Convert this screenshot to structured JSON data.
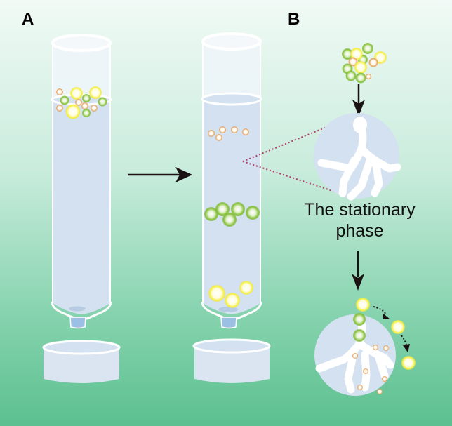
{
  "panels": {
    "a_label": "A",
    "b_label": "B"
  },
  "annotation": {
    "line1": "The stationary",
    "line2": "phase"
  },
  "colors": {
    "background_top": "#f1faf6",
    "background_bottom": "#5cc08f",
    "liquid": "#d3e1f0",
    "glass": "#eef5fa",
    "particle_yellow": "#f5ef3a",
    "particle_green": "#8cc43e",
    "particle_orange": "#e8a868",
    "arrow": "#1a1212",
    "zoom_lines": "#b0406a"
  },
  "particle_types": [
    "large-yellow",
    "medium-green",
    "small-orange"
  ]
}
